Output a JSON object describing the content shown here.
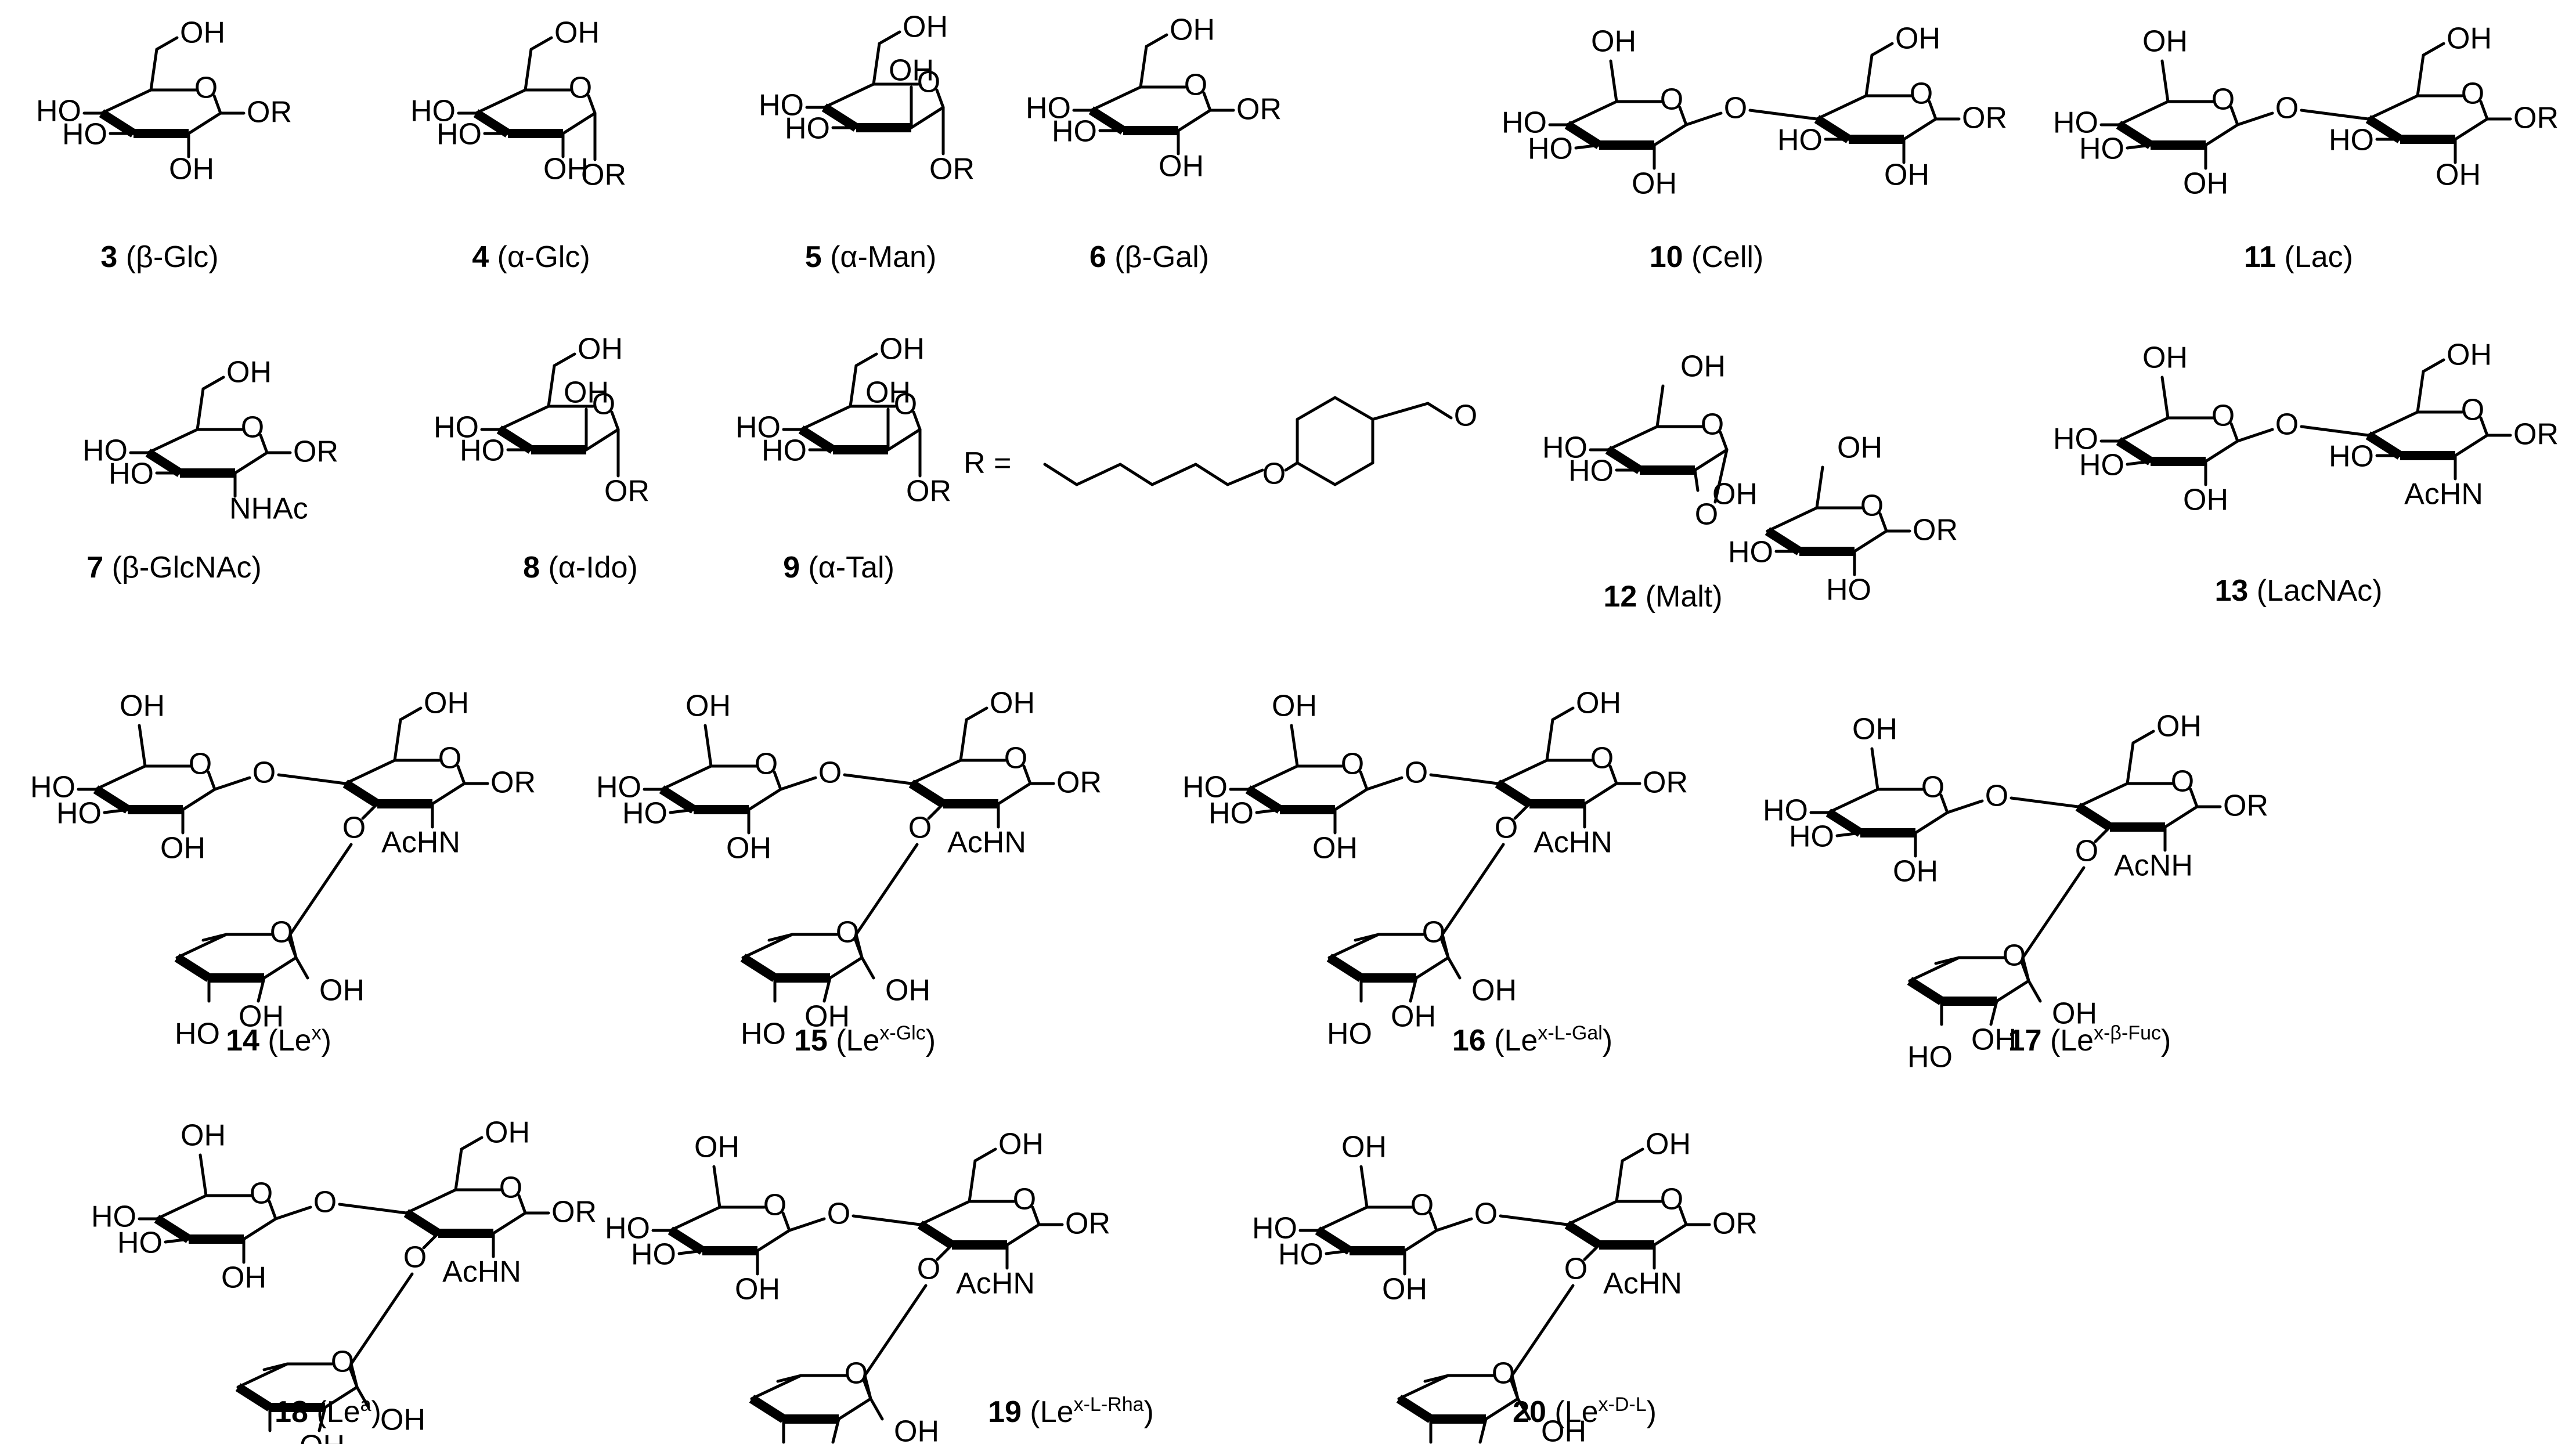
{
  "substituent": {
    "label": "R ="
  },
  "compounds": [
    {
      "id": "c3",
      "num": "3",
      "name": "(β-Glc)"
    },
    {
      "id": "c4",
      "num": "4",
      "name": "(α-Glc)"
    },
    {
      "id": "c5",
      "num": "5",
      "name": "(α-Man)"
    },
    {
      "id": "c6",
      "num": "6",
      "name": "(β-Gal)"
    },
    {
      "id": "c10",
      "num": "10",
      "name": "(Cell)"
    },
    {
      "id": "c11",
      "num": "11",
      "name": "(Lac)"
    },
    {
      "id": "c7",
      "num": "7",
      "name": "(β-GlcNAc)"
    },
    {
      "id": "c8",
      "num": "8",
      "name": "(α-Ido)"
    },
    {
      "id": "c9",
      "num": "9",
      "name": "(α-Tal)"
    },
    {
      "id": "c12",
      "num": "12",
      "name": "(Malt)"
    },
    {
      "id": "c13",
      "num": "13",
      "name": "(LacNAc)"
    },
    {
      "id": "c14",
      "num": "14",
      "name": "(Le",
      "sup": "x",
      "tail": ")"
    },
    {
      "id": "c15",
      "num": "15",
      "name": "(Le",
      "sup": "x-Glc",
      "tail": ")"
    },
    {
      "id": "c16",
      "num": "16",
      "name": "(Le",
      "sup": "x-L-Gal",
      "tail": ")"
    },
    {
      "id": "c17",
      "num": "17",
      "name": "(Le",
      "sup": "x-β-Fuc",
      "tail": ")"
    },
    {
      "id": "c18",
      "num": "18",
      "name": "(Le",
      "sup": "a",
      "tail": ")"
    },
    {
      "id": "c19",
      "num": "19",
      "name": "(Le",
      "sup": "x-L-Rha",
      "tail": ")"
    },
    {
      "id": "c20",
      "num": "20",
      "name": "(Le",
      "sup": "x-D-L",
      "tail": ")"
    }
  ],
  "atom_labels": {
    "OH": "OH",
    "HO": "HO",
    "O": "O",
    "OR": "OR",
    "NHAc": "NHAc",
    "AcHN": "AcHN",
    "AcNH": "AcNH"
  }
}
